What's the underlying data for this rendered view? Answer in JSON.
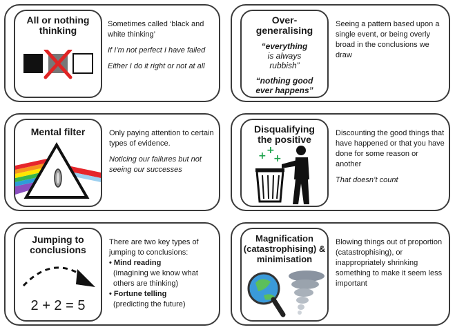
{
  "cards": [
    {
      "title": "All or nothing thinking",
      "desc_1": "Sometimes called ‘black and white thinking’",
      "desc_2": "If I’m not perfect I have failed",
      "desc_3": "Either I do it right or not at all"
    },
    {
      "title": "Over-generalising",
      "quote1_a": "“everything",
      "quote1_b": "is always",
      "quote1_c": "rubbish”",
      "quote2_a": "“nothing good",
      "quote2_b": "ever happens”",
      "desc_1": "Seeing a pattern based upon a single event, or being overly broad in the conclusions we draw"
    },
    {
      "title": "Mental filter",
      "desc_1": "Only paying attention to certain types of evidence.",
      "desc_2": "Noticing our failures but not seeing our successes"
    },
    {
      "title": "Disqualifying the positive",
      "desc_1": "Discounting the good things that have happened or that you have done for some reason or another",
      "desc_2": "That doesn’t count"
    },
    {
      "title": "Jumping to conclusions",
      "equation": "2 + 2 = 5",
      "desc_1": "There are two key types of jumping to conclusions:",
      "bullet_1_title": "• Mind reading",
      "bullet_1_text": "(imagining we know what others are thinking)",
      "bullet_2_title": "• Fortune telling",
      "bullet_2_text": "(predicting the future)"
    },
    {
      "title": "Magnification (catastrophising) & minimisation",
      "desc_1": "Blowing things out of proportion (catastrophising), or inappropriately shrinking something to make it seem less important"
    }
  ],
  "colors": {
    "border": "#3a3a3a",
    "cross": "#e02424",
    "plus": "#1aa14a",
    "rainbow": [
      "#e6262b",
      "#f7941d",
      "#ffe600",
      "#39b54a",
      "#2e9cd8",
      "#8a4fbf"
    ]
  }
}
